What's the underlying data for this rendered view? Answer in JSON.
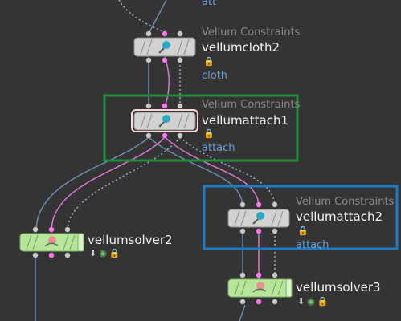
{
  "nodes": {
    "vellumcloth2": {
      "type": "Vellum Constraints",
      "name": "vellumcloth2",
      "output": "cloth"
    },
    "vellumattach1": {
      "type": "Vellum Constraints",
      "name": "vellumattach1",
      "output": "attach"
    },
    "vellumattach2": {
      "type": "Vellum Constraints",
      "name": "vellumattach2",
      "output": "attach"
    },
    "vellumsolver2": {
      "name": "vellumsolver2"
    },
    "vellumsolver3": {
      "name": "vellumsolver3"
    }
  },
  "top_output_label": "att",
  "icons": {
    "constraint": "pushpin-icon",
    "solver": "cloth-ball-icon",
    "lock": "lock-icon",
    "display_flag": "display-flag-icon",
    "bypass": "bypass-icon"
  },
  "colors": {
    "background": "#343434",
    "constraint_node": "#d2d2d2",
    "solver_node": "#b5e69a",
    "selected_outline": "#ffd6d6",
    "wire_blue": "#6f8fb8",
    "wire_pink": "#e07ad8",
    "port_gray": "#c8c8c8",
    "port_pink": "#ff77ee",
    "highlight_green": "#1e8f3a",
    "highlight_blue": "#1c7bc2"
  }
}
